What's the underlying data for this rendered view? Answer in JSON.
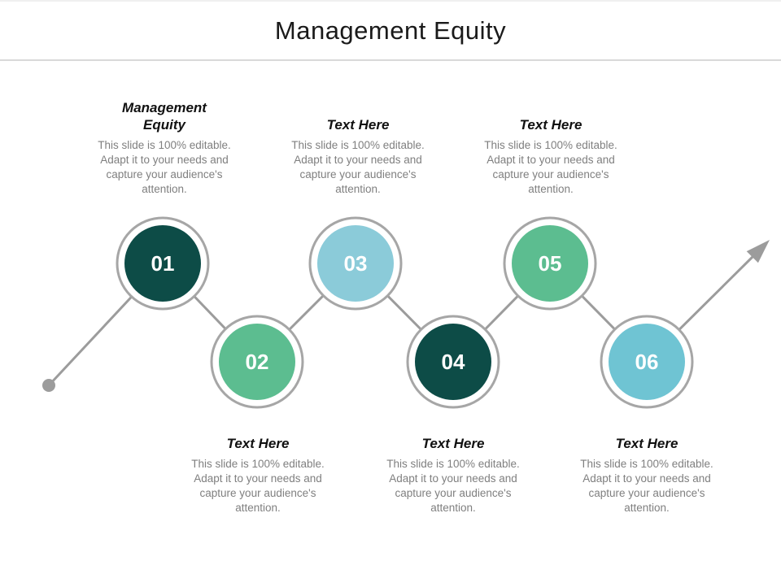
{
  "slide": {
    "title": "Management Equity"
  },
  "top_blocks": [
    {
      "heading": "Management Equity",
      "body": "This slide is 100% editable. Adapt it to your needs and capture your audience's attention."
    },
    {
      "heading": "Text Here",
      "body": "This slide is 100% editable. Adapt it to your needs and capture your audience's attention."
    },
    {
      "heading": "Text Here",
      "body": "This slide is 100% editable. Adapt it to your needs and capture your audience's attention."
    }
  ],
  "bottom_blocks": [
    {
      "heading": "Text Here",
      "body": "This slide is 100% editable. Adapt it to your needs and capture your audience's attention."
    },
    {
      "heading": "Text Here",
      "body": "This slide is 100% editable. Adapt it to your needs and capture your audience's attention."
    },
    {
      "heading": "Text Here",
      "body": "This slide is 100% editable. Adapt it to your needs and capture your audience's attention."
    }
  ],
  "nodes": [
    {
      "number": "01",
      "color": "#0D4C47"
    },
    {
      "number": "02",
      "color": "#5CBD90"
    },
    {
      "number": "03",
      "color": "#8BCBD9"
    },
    {
      "number": "04",
      "color": "#0D4C47"
    },
    {
      "number": "05",
      "color": "#5CBD90"
    },
    {
      "number": "06",
      "color": "#6FC4D3"
    }
  ],
  "diagram": {
    "line_color": "#9C9C9C",
    "ring_color": "#A6A6A6"
  }
}
